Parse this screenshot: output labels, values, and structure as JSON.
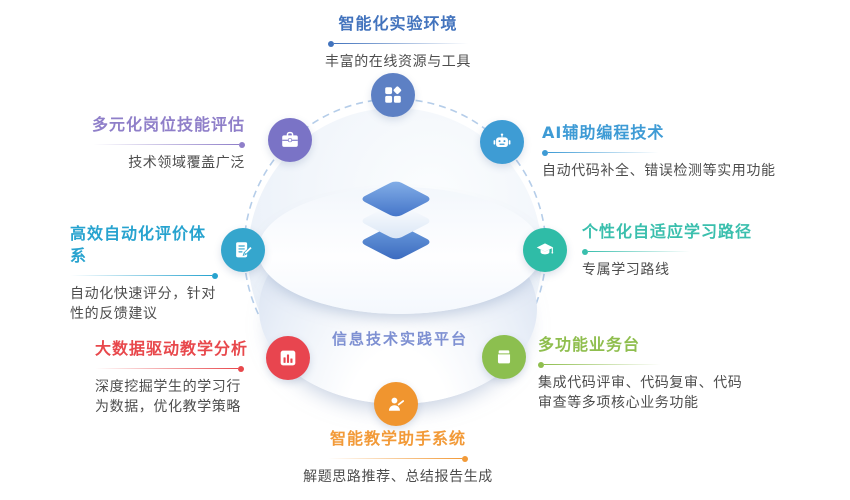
{
  "center": {
    "platform_label": "信息技术实践平台"
  },
  "colors": {
    "body_text": "#4D4D4D",
    "ring": "#B5CDE9",
    "platform_label": "#7E90D2",
    "diamond_blue": "#4273C8",
    "diamond_light": "#D8E5F5"
  },
  "nodes": [
    {
      "id": "smart-lab-environment",
      "position": "top",
      "title": "智能化实验环境",
      "desc": "丰富的在线资源与工具",
      "accent": "#4273BD",
      "icon_bg": "#5D80C4",
      "icon": "apps-grid-icon"
    },
    {
      "id": "diverse-skill-assessment",
      "position": "upper-left",
      "title": "多元化岗位技能评估",
      "desc": "技术领域覆盖广泛",
      "accent": "#8F7FC9",
      "icon_bg": "#7A73C6",
      "icon": "briefcase-icon"
    },
    {
      "id": "ai-assisted-programming",
      "position": "upper-right",
      "title": "AI辅助编程技术",
      "desc": "自动代码补全、错误检测等实用功能",
      "accent": "#3E9BD5",
      "icon_bg": "#3E9CD4",
      "icon": "robot-icon"
    },
    {
      "id": "automated-evaluation-system",
      "position": "left",
      "title": "高效自动化评价体系",
      "desc": "自动化快速评分，针对性的反馈建议",
      "accent": "#27A3CF",
      "icon_bg": "#35A6CD",
      "icon": "note-edit-icon"
    },
    {
      "id": "adaptive-learning-path",
      "position": "right",
      "title": "个性化自适应学习路径",
      "desc": "专属学习路线",
      "accent": "#3ABFAD",
      "icon_bg": "#2FBCA7",
      "icon": "graduation-cap-icon"
    },
    {
      "id": "bigdata-teaching-analysis",
      "position": "lower-left",
      "title": "大数据驱动教学分析",
      "desc": "深度挖掘学生的学习行为数据，优化教学策略",
      "accent": "#E8484C",
      "icon_bg": "#E8454F",
      "icon": "bar-chart-icon"
    },
    {
      "id": "multifunction-business-desk",
      "position": "lower-right",
      "title": "多功能业务台",
      "desc": "集成代码评审、代码复审、代码审查等多项核心业务功能",
      "accent": "#8FBE4E",
      "icon_bg": "#8CBF4F",
      "icon": "storage-box-icon"
    },
    {
      "id": "smart-teaching-assistant",
      "position": "bottom",
      "title": "智能教学助手系统",
      "desc": "解题思路推荐、总结报告生成",
      "accent": "#F29A38",
      "icon_bg": "#F0952F",
      "icon": "teacher-icon"
    }
  ]
}
